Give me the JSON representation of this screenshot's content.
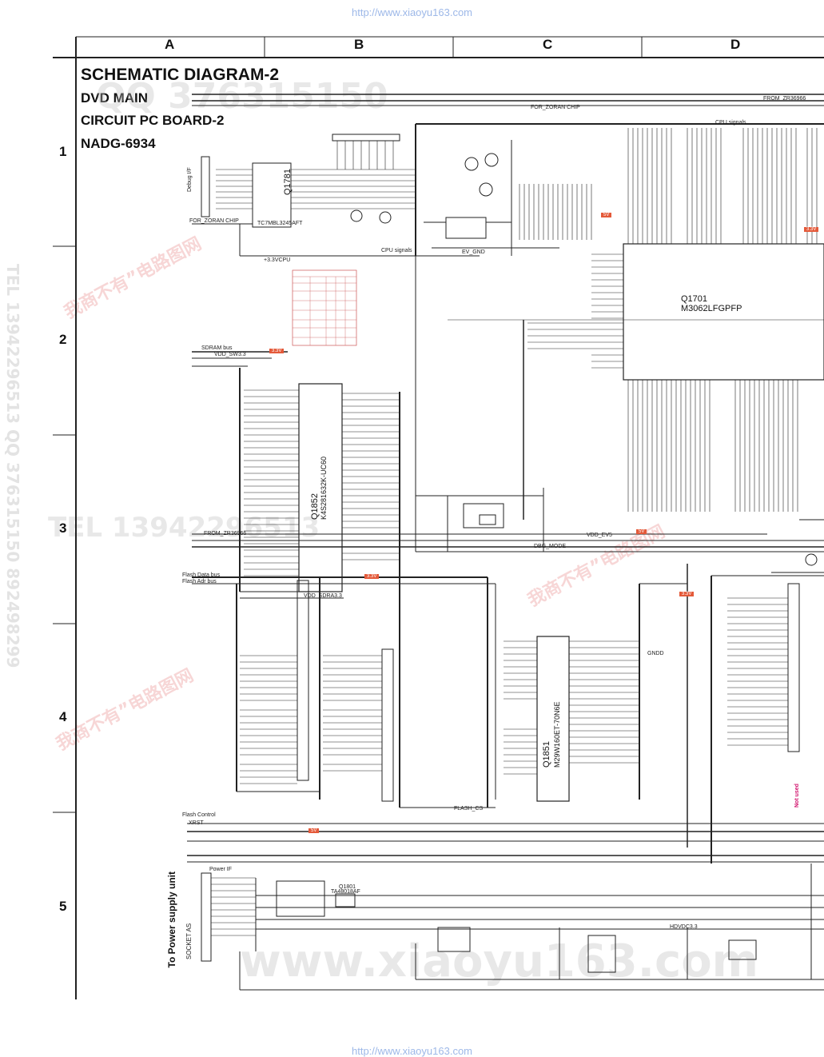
{
  "header": {
    "url_top": "http://www.xiaoyu163.com",
    "url_bottom": "http://www.xiaoyu163.com"
  },
  "grid": {
    "columns": [
      "A",
      "B",
      "C",
      "D"
    ],
    "rows": [
      "1",
      "2",
      "3",
      "4",
      "5"
    ]
  },
  "title": {
    "line1": "SCHEMATIC DIAGRAM-2",
    "line2": "DVD MAIN",
    "line3": "CIRCUIT PC BOARD-2",
    "line4": "NADG-6934"
  },
  "chips": {
    "q1781": "Q1781",
    "q1781_part": "TC7MBL3245AFT",
    "q1852": "Q1852",
    "q1852_part": "K4S281632K-UC60",
    "q1701": "Q1701",
    "q1701_part": "M3062LFGPFP",
    "q1851": "Q1851",
    "q1851_part": "M29W160ET-70N6E",
    "q1801": "Q1801",
    "q1801_part": "TA48018AF"
  },
  "labels": {
    "cpu_signals": "CPU signals",
    "for_zoran": "FOR_ZORAN CHIP",
    "from_zr": "FROM_ZR36966",
    "sdram_bus": "SDRAM bus",
    "flash_data_bus": "Flash Data bus",
    "flash_adr_bus": "Flash Adr bus",
    "flash_control": "Flash Control",
    "power_if": "Power IF",
    "to_power": "To Power supply unit",
    "socket": "SOCKET AS",
    "vdd_ev5": "VDD_EV5",
    "vdd_sw33": "VDD_SW3.3",
    "vdd_sdra33": "VDD_SDRA3.3",
    "v33_cpu": "+3.3VCPU",
    "ev_gnd": "EV_GND",
    "gndd": "GNDD",
    "not_used": "Not used",
    "dbg_mode": "DBG_MODE",
    "xrst": "XRST",
    "flash_cs": "FLASH_CS",
    "hdvdc33": "HDVDC3.3",
    "debug_if": "Debug I/F",
    "tag_33v": "3.3V",
    "tag_5v": "5V"
  },
  "watermarks": {
    "w1": "www.xiaoyu163.com",
    "w2": "QQ 376315150",
    "w3": "TEL 13942296513",
    "w4": "我商不有”电路图网",
    "w5": "TEL 13942296513  QQ 376315150  892498299"
  }
}
